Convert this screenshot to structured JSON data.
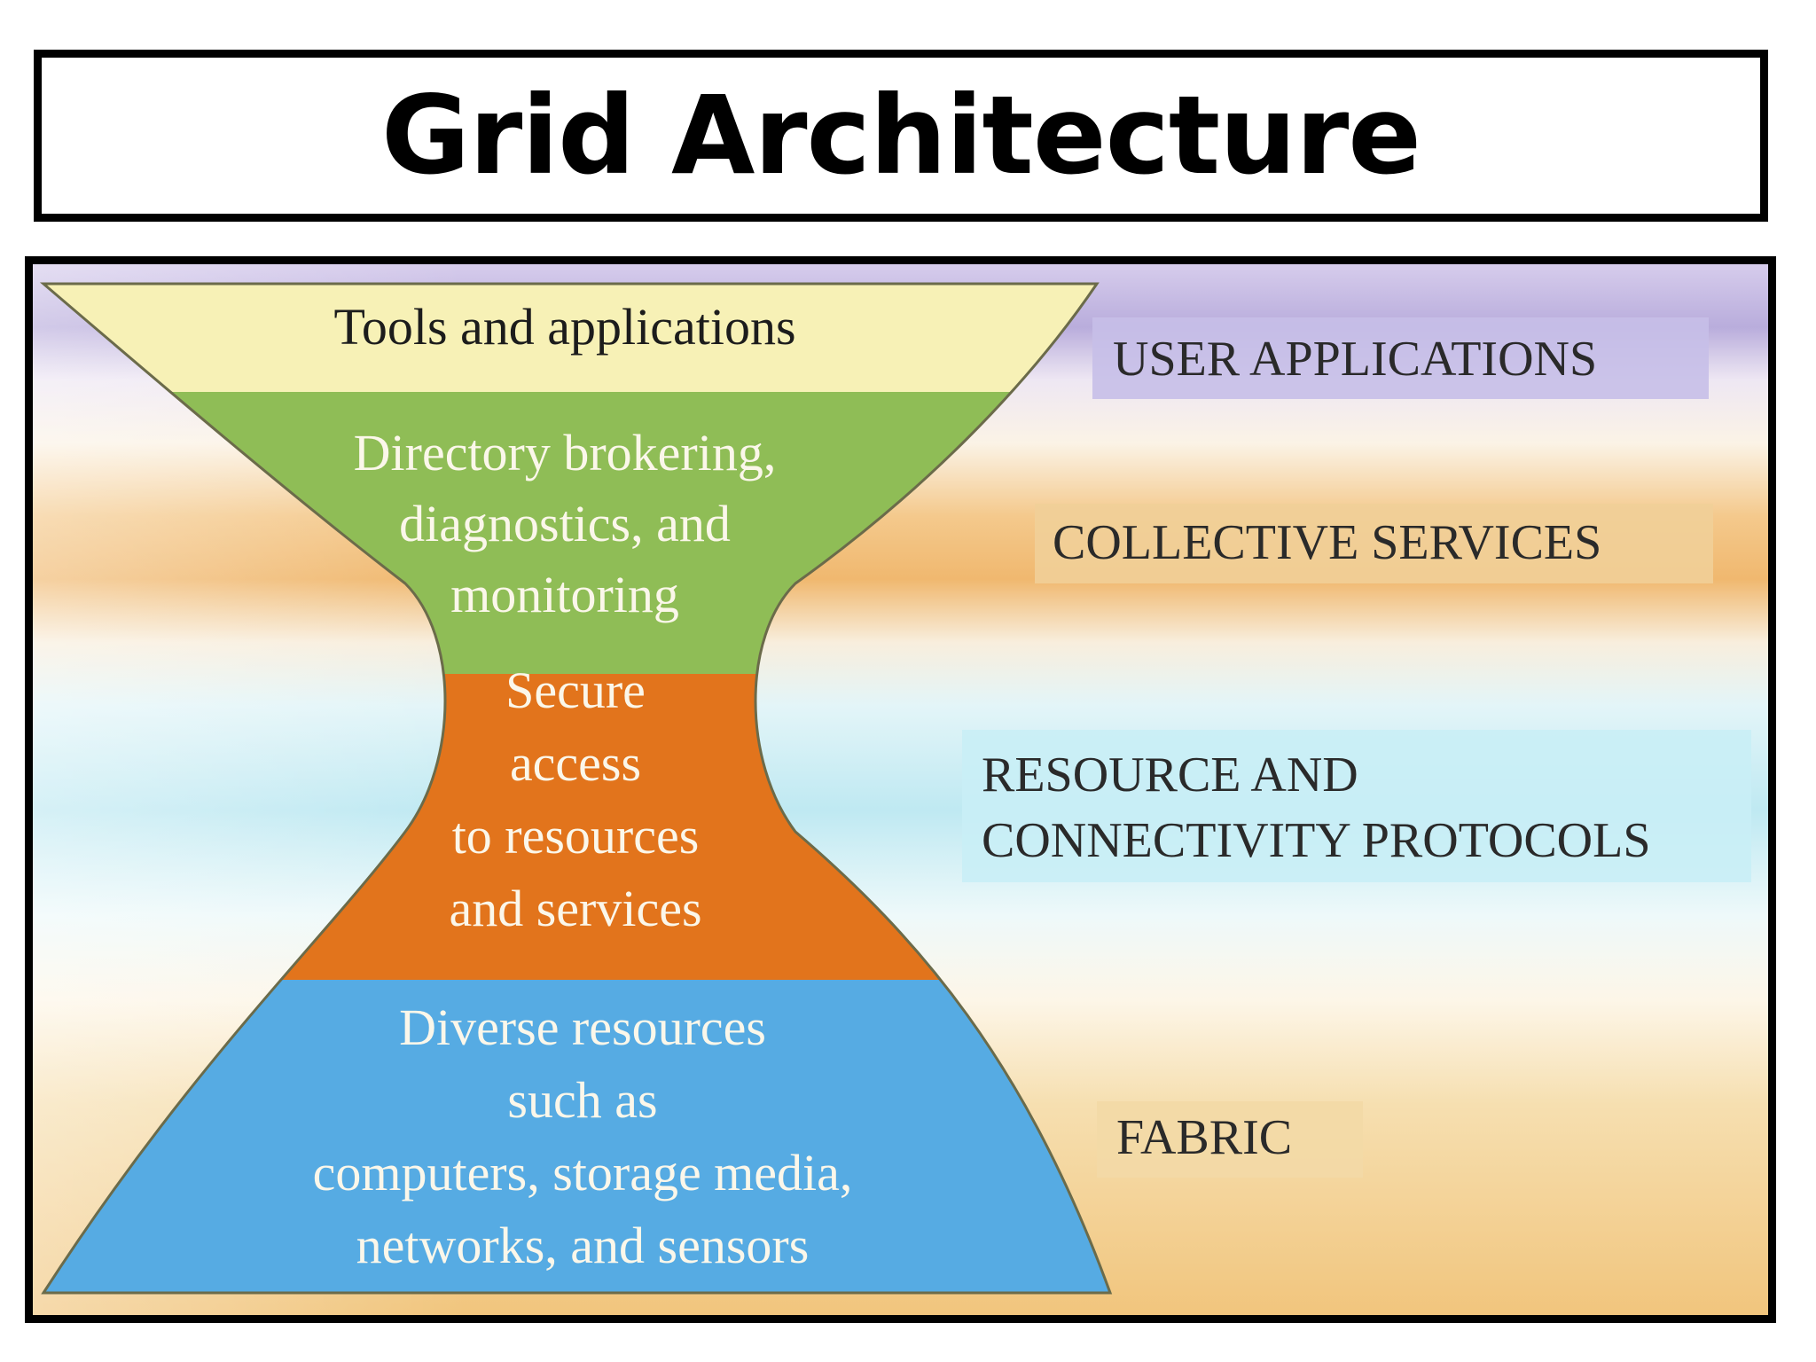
{
  "title": "Grid Architecture",
  "colors": {
    "top_layer": "#f7f1b6",
    "collective_layer": "#8fbd56",
    "resource_layer": "#e2741c",
    "fabric_layer": "#56abe3",
    "user_label_bg": "#c7bfe8",
    "collective_label_bg": "#f1cf98",
    "resource_label_bg": "#c9eef6",
    "fabric_label_bg": "#f3d9a6"
  },
  "funnel": {
    "tools": [
      "Tools and applications"
    ],
    "collective": [
      "Directory brokering,",
      "diagnostics, and",
      "monitoring"
    ],
    "resource": [
      "Secure",
      "access",
      "to resources",
      "and services"
    ],
    "fabric": [
      "Diverse resources",
      "such as",
      "computers, storage media,",
      "networks, and sensors"
    ]
  },
  "layers": {
    "user_applications": [
      "USER APPLICATIONS"
    ],
    "collective_services": [
      "COLLECTIVE SERVICES"
    ],
    "resource_protocols": [
      "RESOURCE AND",
      "CONNECTIVITY PROTOCOLS"
    ],
    "fabric": [
      "FABRIC"
    ]
  }
}
